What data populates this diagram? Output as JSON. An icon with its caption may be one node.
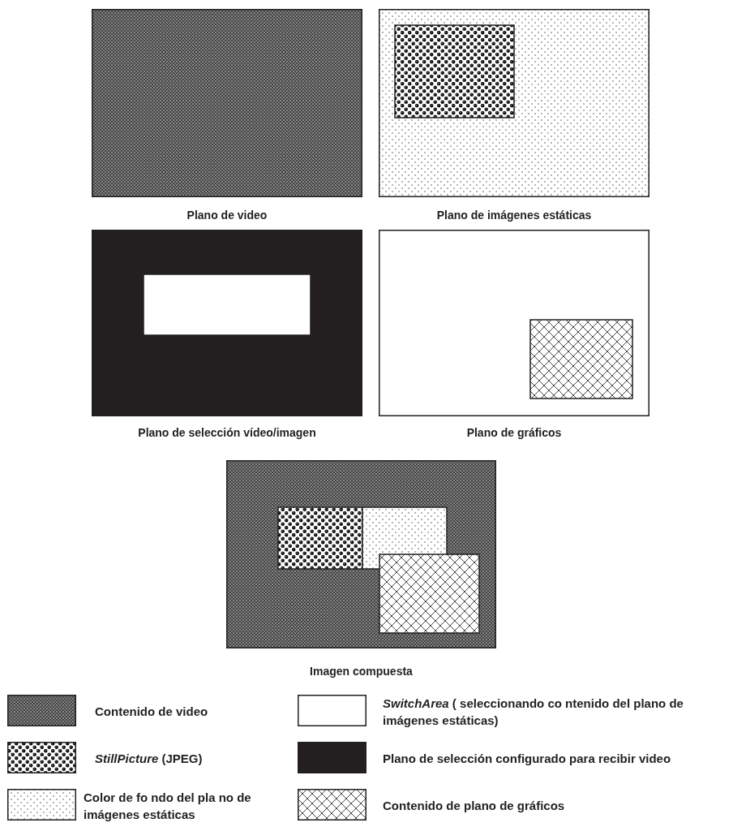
{
  "diagram": {
    "nodes": [
      {
        "text": [
          "Plano de video"
        ]
      },
      {
        "text": [
          "Plano de imágenes estáticas"
        ]
      },
      {
        "text": [
          "Plano de selección vídeo/imagen"
        ]
      },
      {
        "text": [
          "Plano de gráficos"
        ]
      },
      {
        "text": [
          "Imagen compuesta"
        ]
      }
    ],
    "edges": [],
    "legend": [
      {
        "text": "Contenido de video"
      },
      {
        "text": "*StillPicture* (JPEG)"
      },
      {
        "text": "Color de fo ndo del pla no de imágenes estáticas"
      },
      {
        "text": "*SwitchArea* ( seleccionando co ntenido  del plano de imágenes estáticas)"
      },
      {
        "text": "Plano de selección configurado para recibir video",
        "color": "#231f20"
      },
      {
        "text": "Contenido de plano de gráficos"
      }
    ]
  }
}
